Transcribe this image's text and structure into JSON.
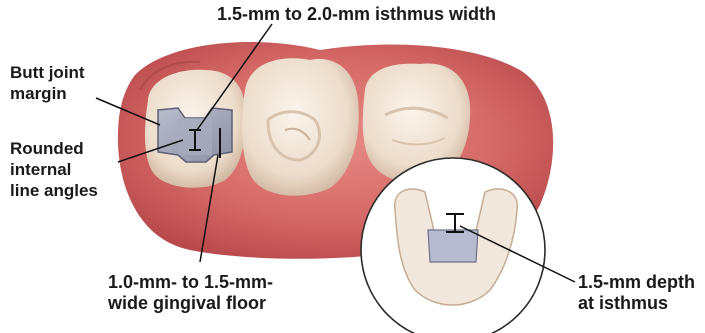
{
  "labels": {
    "isthmus_width": "1.5-mm to 2.0-mm isthmus width",
    "butt_joint": [
      "Butt joint",
      "margin"
    ],
    "rounded_angles": [
      "Rounded",
      "internal",
      "line angles"
    ],
    "gingival_floor": [
      "1.0-mm- to 1.5-mm-",
      "wide gingival floor"
    ],
    "depth_isthmus": [
      "1.5-mm depth",
      "at isthmus"
    ]
  }
}
